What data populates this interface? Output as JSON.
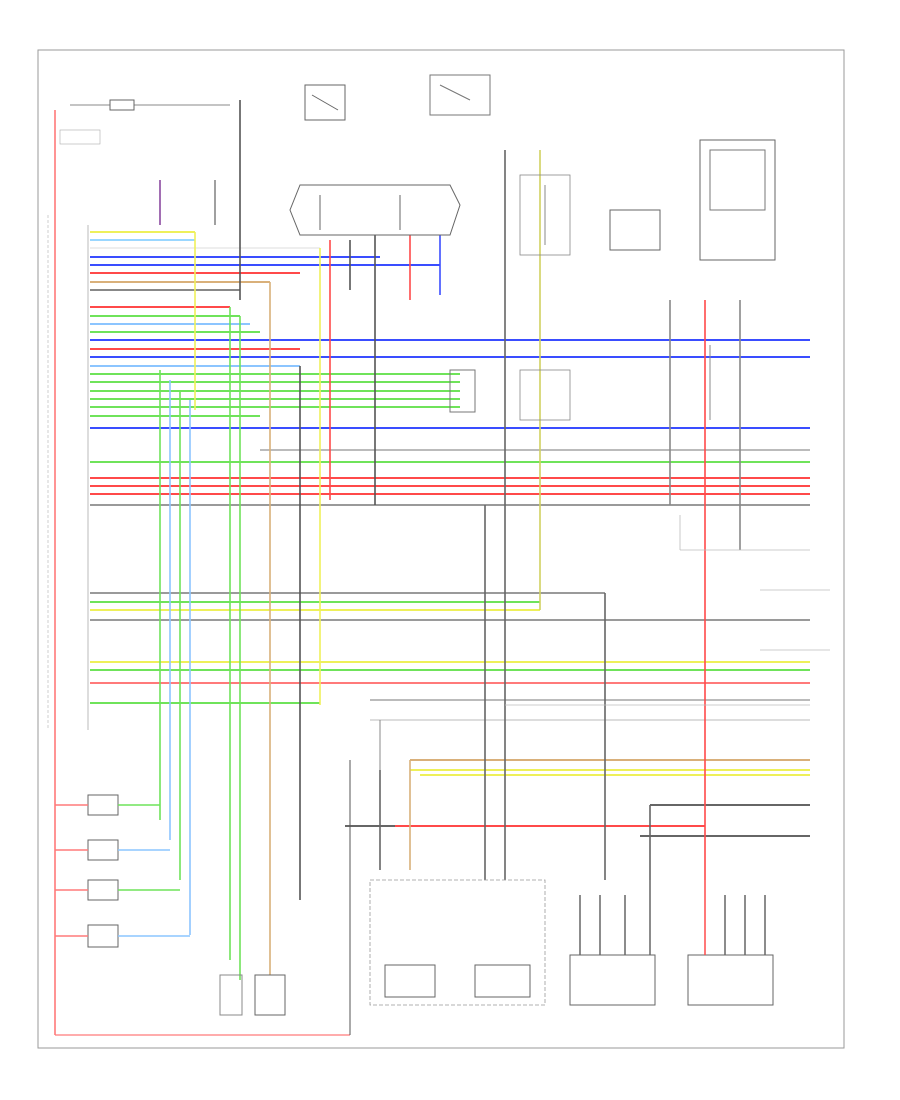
{
  "diagram": {
    "page_number": "",
    "wire_colors": {
      "blue": "#3a4dff",
      "red": "#ff4a4a",
      "green": "#6fe35a",
      "yellow": "#eef05a",
      "gray": "#9a9a9a",
      "brown": "#8a5a2a",
      "violet": "#8a4aa0",
      "tan": "#d9b07a",
      "dark": "#555555"
    },
    "components": [
      {
        "key": "fuse_box",
        "label": ""
      },
      {
        "key": "ignition_coil",
        "label": ""
      },
      {
        "key": "main_relay",
        "label": ""
      },
      {
        "key": "pgm_fi_main_relay",
        "label": ""
      },
      {
        "key": "distributor",
        "label": ""
      },
      {
        "key": "ecm",
        "label": ""
      },
      {
        "key": "injectors",
        "label": ""
      },
      {
        "key": "fuel_injector_resistor",
        "label": ""
      },
      {
        "key": "heated_oxygen_sensor_front",
        "label": ""
      },
      {
        "key": "heated_oxygen_sensor_rear",
        "label": ""
      },
      {
        "key": "distributor_assembly",
        "label": ""
      },
      {
        "key": "cylinder_position_sensor",
        "label": ""
      }
    ]
  }
}
